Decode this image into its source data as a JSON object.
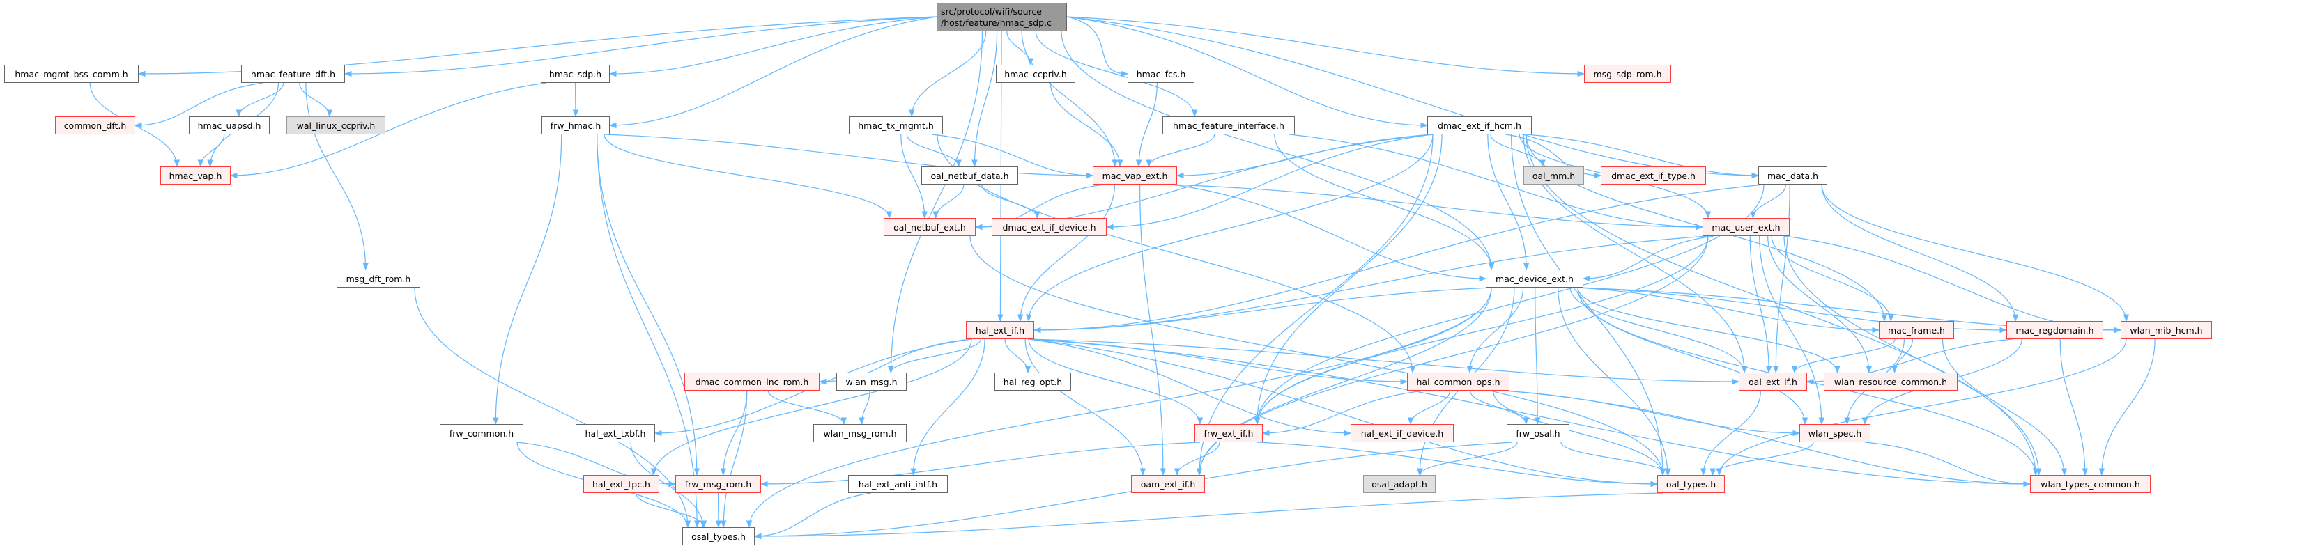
{
  "root": {
    "label_line1": "src/protocol/wifi/source",
    "label_line2": "/host/feature/hmac_sdp.c"
  },
  "colors": {
    "edge": "#63b8ff",
    "red_border": "#ff3a3a",
    "red_fill": "#fff0f0",
    "gray_fill": "#e0e0e0",
    "root_fill": "#999999"
  },
  "nodes": [
    {
      "id": "hmac_mgmt_bss_comm",
      "label": "hmac_mgmt_bss_comm.h",
      "style": "plain"
    },
    {
      "id": "hmac_feature_dft",
      "label": "hmac_feature_dft.h",
      "style": "plain"
    },
    {
      "id": "hmac_sdp",
      "label": "hmac_sdp.h",
      "style": "plain"
    },
    {
      "id": "hmac_ccpriv",
      "label": "hmac_ccpriv.h",
      "style": "plain"
    },
    {
      "id": "hmac_fcs",
      "label": "hmac_fcs.h",
      "style": "plain"
    },
    {
      "id": "msg_sdp_rom",
      "label": "msg_sdp_rom.h",
      "style": "red"
    },
    {
      "id": "common_dft",
      "label": "common_dft.h",
      "style": "red"
    },
    {
      "id": "hmac_uapsd",
      "label": "hmac_uapsd.h",
      "style": "plain"
    },
    {
      "id": "wal_linux_ccpriv",
      "label": "wal_linux_ccpriv.h",
      "style": "gray"
    },
    {
      "id": "frw_hmac",
      "label": "frw_hmac.h",
      "style": "plain"
    },
    {
      "id": "hmac_tx_mgmt",
      "label": "hmac_tx_mgmt.h",
      "style": "plain"
    },
    {
      "id": "hmac_feature_interface",
      "label": "hmac_feature_interface.h",
      "style": "plain"
    },
    {
      "id": "dmac_ext_if_hcm",
      "label": "dmac_ext_if_hcm.h",
      "style": "plain"
    },
    {
      "id": "hmac_vap",
      "label": "hmac_vap.h",
      "style": "red"
    },
    {
      "id": "oal_netbuf_data",
      "label": "oal_netbuf_data.h",
      "style": "plain"
    },
    {
      "id": "mac_vap_ext",
      "label": "mac_vap_ext.h",
      "style": "red"
    },
    {
      "id": "oal_mm",
      "label": "oal_mm.h",
      "style": "gray"
    },
    {
      "id": "dmac_ext_if_type",
      "label": "dmac_ext_if_type.h",
      "style": "red"
    },
    {
      "id": "mac_data",
      "label": "mac_data.h",
      "style": "plain"
    },
    {
      "id": "oal_netbuf_ext",
      "label": "oal_netbuf_ext.h",
      "style": "red"
    },
    {
      "id": "dmac_ext_if_device",
      "label": "dmac_ext_if_device.h",
      "style": "red"
    },
    {
      "id": "mac_user_ext",
      "label": "mac_user_ext.h",
      "style": "red"
    },
    {
      "id": "msg_dft_rom",
      "label": "msg_dft_rom.h",
      "style": "plain"
    },
    {
      "id": "mac_device_ext",
      "label": "mac_device_ext.h",
      "style": "plain"
    },
    {
      "id": "hal_ext_if",
      "label": "hal_ext_if.h",
      "style": "red"
    },
    {
      "id": "mac_frame",
      "label": "mac_frame.h",
      "style": "red"
    },
    {
      "id": "mac_regdomain",
      "label": "mac_regdomain.h",
      "style": "red"
    },
    {
      "id": "wlan_mib_hcm",
      "label": "wlan_mib_hcm.h",
      "style": "red"
    },
    {
      "id": "dmac_common_inc_rom",
      "label": "dmac_common_inc_rom.h",
      "style": "red"
    },
    {
      "id": "wlan_msg",
      "label": "wlan_msg.h",
      "style": "plain"
    },
    {
      "id": "hal_reg_opt",
      "label": "hal_reg_opt.h",
      "style": "plain"
    },
    {
      "id": "hal_common_ops",
      "label": "hal_common_ops.h",
      "style": "red"
    },
    {
      "id": "oal_ext_if",
      "label": "oal_ext_if.h",
      "style": "red"
    },
    {
      "id": "wlan_resource_common",
      "label": "wlan_resource_common.h",
      "style": "red"
    },
    {
      "id": "frw_common",
      "label": "frw_common.h",
      "style": "plain"
    },
    {
      "id": "hal_ext_txbf",
      "label": "hal_ext_txbf.h",
      "style": "plain"
    },
    {
      "id": "wlan_msg_rom",
      "label": "wlan_msg_rom.h",
      "style": "plain"
    },
    {
      "id": "frw_ext_if",
      "label": "frw_ext_if.h",
      "style": "red"
    },
    {
      "id": "hal_ext_if_device",
      "label": "hal_ext_if_device.h",
      "style": "red"
    },
    {
      "id": "frw_osal",
      "label": "frw_osal.h",
      "style": "plain"
    },
    {
      "id": "wlan_spec",
      "label": "wlan_spec.h",
      "style": "red"
    },
    {
      "id": "hal_ext_tpc",
      "label": "hal_ext_tpc.h",
      "style": "red"
    },
    {
      "id": "frw_msg_rom",
      "label": "frw_msg_rom.h",
      "style": "red"
    },
    {
      "id": "hal_ext_anti_intf",
      "label": "hal_ext_anti_intf.h",
      "style": "plain"
    },
    {
      "id": "oam_ext_if",
      "label": "oam_ext_if.h",
      "style": "red"
    },
    {
      "id": "osal_adapt",
      "label": "osal_adapt.h",
      "style": "gray"
    },
    {
      "id": "oal_types",
      "label": "oal_types.h",
      "style": "red"
    },
    {
      "id": "wlan_types_common",
      "label": "wlan_types_common.h",
      "style": "red"
    },
    {
      "id": "osal_types",
      "label": "osal_types.h",
      "style": "plain"
    }
  ],
  "edges": [
    [
      "root",
      "hmac_mgmt_bss_comm"
    ],
    [
      "root",
      "hmac_feature_dft"
    ],
    [
      "root",
      "hmac_sdp"
    ],
    [
      "root",
      "frw_hmac"
    ],
    [
      "root",
      "hal_ext_if"
    ],
    [
      "root",
      "wlan_msg"
    ],
    [
      "root",
      "hmac_tx_mgmt"
    ],
    [
      "root",
      "oal_netbuf_data"
    ],
    [
      "root",
      "hmac_ccpriv"
    ],
    [
      "root",
      "mac_vap_ext"
    ],
    [
      "root",
      "hmac_fcs"
    ],
    [
      "root",
      "hmac_feature_interface"
    ],
    [
      "root",
      "mac_device_ext"
    ],
    [
      "root",
      "dmac_ext_if_hcm"
    ],
    [
      "root",
      "mac_data"
    ],
    [
      "root",
      "msg_sdp_rom"
    ],
    [
      "hmac_mgmt_bss_comm",
      "hmac_vap"
    ],
    [
      "hmac_feature_dft",
      "common_dft"
    ],
    [
      "hmac_feature_dft",
      "hmac_uapsd"
    ],
    [
      "hmac_feature_dft",
      "wal_linux_ccpriv"
    ],
    [
      "hmac_feature_dft",
      "hmac_vap"
    ],
    [
      "hmac_feature_dft",
      "msg_dft_rom"
    ],
    [
      "hmac_uapsd",
      "hmac_vap"
    ],
    [
      "hmac_sdp",
      "hmac_vap"
    ],
    [
      "hmac_sdp",
      "frw_hmac"
    ],
    [
      "frw_hmac",
      "mac_vap_ext"
    ],
    [
      "frw_hmac",
      "oal_netbuf_ext"
    ],
    [
      "frw_hmac",
      "frw_common"
    ],
    [
      "frw_hmac",
      "frw_msg_rom"
    ],
    [
      "frw_hmac",
      "osal_types"
    ],
    [
      "msg_dft_rom",
      "osal_types"
    ],
    [
      "hmac_ccpriv",
      "mac_vap_ext"
    ],
    [
      "hmac_fcs",
      "mac_vap_ext"
    ],
    [
      "hmac_tx_mgmt",
      "mac_vap_ext"
    ],
    [
      "hmac_tx_mgmt",
      "oal_netbuf_data"
    ],
    [
      "hmac_tx_mgmt",
      "oal_netbuf_ext"
    ],
    [
      "hmac_tx_mgmt",
      "hal_common_ops"
    ],
    [
      "hmac_feature_interface",
      "mac_vap_ext"
    ],
    [
      "hmac_feature_interface",
      "mac_device_ext"
    ],
    [
      "hmac_feature_interface",
      "mac_user_ext"
    ],
    [
      "dmac_ext_if_hcm",
      "mac_vap_ext"
    ],
    [
      "dmac_ext_if_hcm",
      "oal_netbuf_ext"
    ],
    [
      "dmac_ext_if_hcm",
      "dmac_ext_if_device"
    ],
    [
      "dmac_ext_if_hcm",
      "oal_mm"
    ],
    [
      "dmac_ext_if_hcm",
      "dmac_ext_if_type"
    ],
    [
      "dmac_ext_if_hcm",
      "mac_data"
    ],
    [
      "dmac_ext_if_hcm",
      "mac_user_ext"
    ],
    [
      "dmac_ext_if_hcm",
      "mac_device_ext"
    ],
    [
      "dmac_ext_if_hcm",
      "hal_ext_if"
    ],
    [
      "dmac_ext_if_hcm",
      "frw_ext_if"
    ],
    [
      "dmac_ext_if_hcm",
      "oam_ext_if"
    ],
    [
      "dmac_ext_if_hcm",
      "oal_ext_if"
    ],
    [
      "dmac_ext_if_hcm",
      "mac_frame"
    ],
    [
      "dmac_ext_if_hcm",
      "wlan_types_common"
    ],
    [
      "dmac_ext_if_hcm",
      "oal_types"
    ],
    [
      "oal_netbuf_data",
      "oal_netbuf_ext"
    ],
    [
      "oal_netbuf_data",
      "dmac_ext_if_device"
    ],
    [
      "mac_vap_ext",
      "oal_netbuf_ext"
    ],
    [
      "mac_vap_ext",
      "mac_device_ext"
    ],
    [
      "mac_vap_ext",
      "mac_user_ext"
    ],
    [
      "mac_vap_ext",
      "hal_ext_if"
    ],
    [
      "mac_vap_ext",
      "oam_ext_if"
    ],
    [
      "oal_netbuf_ext",
      "oal_types"
    ],
    [
      "mac_data",
      "mac_user_ext"
    ],
    [
      "mac_data",
      "hal_ext_if"
    ],
    [
      "mac_data",
      "oal_ext_if"
    ],
    [
      "mac_data",
      "mac_regdomain"
    ],
    [
      "mac_data",
      "wlan_mib_hcm"
    ],
    [
      "mac_data",
      "frw_ext_if"
    ],
    [
      "mac_user_ext",
      "mac_device_ext"
    ],
    [
      "mac_user_ext",
      "hal_ext_if"
    ],
    [
      "mac_user_ext",
      "frw_ext_if"
    ],
    [
      "mac_user_ext",
      "oal_ext_if"
    ],
    [
      "mac_user_ext",
      "mac_frame"
    ],
    [
      "mac_user_ext",
      "wlan_resource_common"
    ],
    [
      "mac_user_ext",
      "wlan_mib_hcm"
    ],
    [
      "mac_user_ext",
      "wlan_spec"
    ],
    [
      "mac_user_ext",
      "wlan_types_common"
    ],
    [
      "mac_user_ext",
      "oam_ext_if"
    ],
    [
      "mac_device_ext",
      "hal_ext_if"
    ],
    [
      "mac_device_ext",
      "hal_common_ops"
    ],
    [
      "mac_device_ext",
      "frw_ext_if"
    ],
    [
      "mac_device_ext",
      "oam_ext_if"
    ],
    [
      "mac_device_ext",
      "frw_osal"
    ],
    [
      "mac_device_ext",
      "osal_adapt"
    ],
    [
      "mac_device_ext",
      "oal_ext_if"
    ],
    [
      "mac_device_ext",
      "wlan_resource_common"
    ],
    [
      "mac_device_ext",
      "mac_frame"
    ],
    [
      "mac_device_ext",
      "mac_regdomain"
    ],
    [
      "mac_device_ext",
      "wlan_mib_hcm"
    ],
    [
      "mac_device_ext",
      "wlan_spec"
    ],
    [
      "mac_device_ext",
      "oal_types"
    ],
    [
      "mac_device_ext",
      "wlan_types_common"
    ],
    [
      "mac_device_ext",
      "osal_types"
    ],
    [
      "hal_ext_if",
      "dmac_common_inc_rom"
    ],
    [
      "hal_ext_if",
      "wlan_msg"
    ],
    [
      "hal_ext_if",
      "hal_reg_opt"
    ],
    [
      "hal_ext_if",
      "hal_common_ops"
    ],
    [
      "hal_ext_if",
      "frw_ext_if"
    ],
    [
      "hal_ext_if",
      "hal_ext_if_device"
    ],
    [
      "hal_ext_if",
      "hal_ext_anti_intf"
    ],
    [
      "hal_ext_if",
      "oam_ext_if"
    ],
    [
      "hal_ext_if",
      "hal_ext_txbf"
    ],
    [
      "hal_ext_if",
      "hal_ext_tpc"
    ],
    [
      "hal_ext_if",
      "oal_ext_if"
    ],
    [
      "hal_ext_if",
      "wlan_types_common"
    ],
    [
      "hal_ext_if",
      "oal_types"
    ],
    [
      "wlan_msg",
      "wlan_msg_rom"
    ],
    [
      "dmac_common_inc_rom",
      "wlan_msg_rom"
    ],
    [
      "dmac_common_inc_rom",
      "frw_msg_rom"
    ],
    [
      "dmac_common_inc_rom",
      "osal_types"
    ],
    [
      "hal_common_ops",
      "frw_ext_if"
    ],
    [
      "hal_common_ops",
      "hal_ext_if_device"
    ],
    [
      "hal_common_ops",
      "frw_osal"
    ],
    [
      "hal_common_ops",
      "wlan_spec"
    ],
    [
      "hal_common_ops",
      "wlan_types_common"
    ],
    [
      "hal_common_ops",
      "oal_types"
    ],
    [
      "frw_ext_if",
      "oam_ext_if"
    ],
    [
      "frw_ext_if",
      "frw_msg_rom"
    ],
    [
      "frw_ext_if",
      "oal_types"
    ],
    [
      "frw_osal",
      "osal_adapt"
    ],
    [
      "frw_osal",
      "oal_types"
    ],
    [
      "frw_osal",
      "osal_types"
    ],
    [
      "frw_common",
      "frw_msg_rom"
    ],
    [
      "frw_common",
      "osal_types"
    ],
    [
      "hal_ext_txbf",
      "osal_types"
    ],
    [
      "hal_ext_tpc",
      "osal_types"
    ],
    [
      "frw_msg_rom",
      "osal_types"
    ],
    [
      "hal_ext_anti_intf",
      "osal_types"
    ],
    [
      "oal_types",
      "osal_types"
    ],
    [
      "mac_frame",
      "oal_ext_if"
    ],
    [
      "mac_frame",
      "wlan_resource_common"
    ],
    [
      "mac_frame",
      "wlan_types_common"
    ],
    [
      "mac_frame",
      "wlan_spec"
    ],
    [
      "mac_regdomain",
      "oal_ext_if"
    ],
    [
      "mac_regdomain",
      "wlan_spec"
    ],
    [
      "mac_regdomain",
      "wlan_types_common"
    ],
    [
      "wlan_mib_hcm",
      "oal_types"
    ],
    [
      "wlan_mib_hcm",
      "wlan_types_common"
    ],
    [
      "oal_ext_if",
      "oal_types"
    ],
    [
      "wlan_spec",
      "oal_types"
    ],
    [
      "wlan_spec",
      "wlan_types_common"
    ]
  ]
}
